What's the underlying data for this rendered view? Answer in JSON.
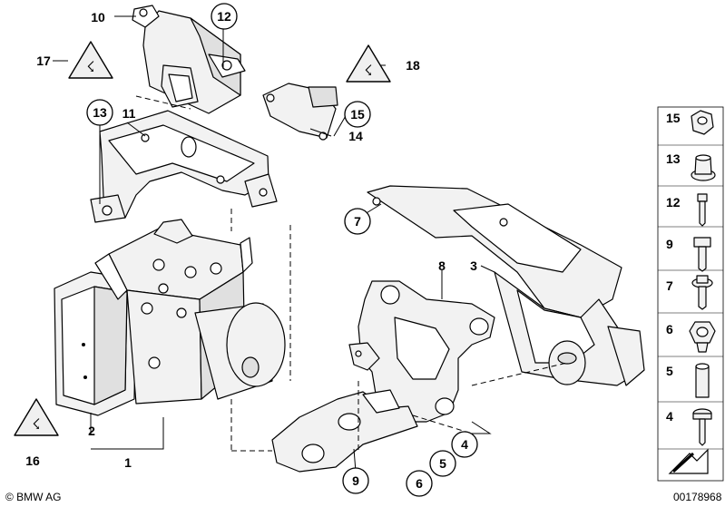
{
  "labels": {
    "l1": "1",
    "l2": "2",
    "l3": "3",
    "l4": "4",
    "l5": "5",
    "l6": "6",
    "l7": "7",
    "l8": "8",
    "l9": "9",
    "l10": "10",
    "l11": "11",
    "l12": "12",
    "l13": "13",
    "l14": "14",
    "l15": "15",
    "l16": "16",
    "l17": "17",
    "l18": "18"
  },
  "sidebar": {
    "items": [
      {
        "num": "15",
        "icon": "nut-icon"
      },
      {
        "num": "13",
        "icon": "flange-nut-icon"
      },
      {
        "num": "12",
        "icon": "screw-icon"
      },
      {
        "num": "9",
        "icon": "bolt-icon"
      },
      {
        "num": "7",
        "icon": "bolt-collar-icon"
      },
      {
        "num": "6",
        "icon": "grommet-icon"
      },
      {
        "num": "5",
        "icon": "sleeve-icon"
      },
      {
        "num": "4",
        "icon": "pan-screw-icon"
      }
    ]
  },
  "footer": {
    "copyright": "© BMW AG",
    "diagram_number": "00178968"
  }
}
